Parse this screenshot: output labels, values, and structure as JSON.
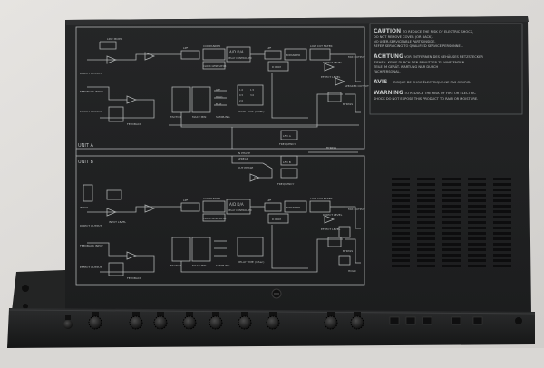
{
  "panel": {
    "caution_title": "CAUTION",
    "caution_text": [
      "TO REDUCE THE RISK OF ELECTRIC SHOCK,",
      "DO NOT REMOVE COVER (OR BACK).",
      "NO USER-SERVICEABLE PARTS INSIDE.",
      "REFER SERVICING TO QUALIFIED SERVICE PERSONNEL."
    ],
    "achtung_title": "ACHTUNG",
    "achtung_text": [
      "VOR ENTFERNEN DES GEHÄUSES NETZSTECKER",
      "ZIEHEN. KEINE DURCH DEN BENUTZER ZU WARTENDEN",
      "TEILE IM GERÄT. WARTUNG NUR DURCH",
      "FACHPERSONAL."
    ],
    "avis_title": "AVIS",
    "avis_text": [
      "RISQUE DE CHOC ÉLECTRIQUE-NE PAS OUVRIR."
    ],
    "warning_title": "WARNING",
    "warning_text": [
      "TO REDUCE THE RISK OF FIRE OR ELECTRIC",
      "SHOCK DO NOT EXPOSE THIS PRODUCT TO RAIN OR MOISTURE."
    ]
  },
  "unit_a": {
    "label": "UNIT A",
    "blocks": [
      "LPF",
      "COMPANDER",
      "A/D D/A",
      "DELAY CONTROLLER",
      "LPF",
      "EXPANDER",
      "LOW CUT FILTER",
      "D RAM",
      "CLOCK GENERATOR"
    ],
    "labels": [
      "DIRECT OUTPUT",
      "FEEDBACK INPUT",
      "EFFECT OUTPUT",
      "FEEDBACK",
      "FACTOR",
      "MAX / MIN",
      "SAMPLING",
      "DELAY TIME (mSec)",
      "DIRECT LEVEL",
      "EFFECT LEVEL",
      "MIX OUTPUT",
      "SPEAKER OUTPUT",
      "BYPASS",
      "LFO A",
      "FREQUENCY",
      "LINE MIXER"
    ]
  },
  "center": {
    "labels": [
      "IN PHASE",
      "OUT PHASE",
      "SPREAD",
      "LFO B",
      "FREQUENCY",
      "BYPASS"
    ]
  },
  "unit_b": {
    "label": "UNIT B",
    "blocks": [
      "LPF",
      "COMPANDER",
      "A/D D/A",
      "DELAY CONTROLLER",
      "LPF",
      "EXPANDER",
      "LOW CUT FILTER",
      "D RAM",
      "CLOCK GENERATOR"
    ],
    "labels": [
      "INPUT",
      "DIRECT OUTPUT",
      "INPUT LEVEL",
      "FEEDBACK INPUT",
      "EFFECT OUTPUT",
      "FEEDBACK",
      "FACTOR",
      "MAX / MIN",
      "SAMPLING",
      "DELAY TIME (mSec)",
      "DIRECT LEVEL",
      "EFFECT LEVEL",
      "MIX OUTPUT",
      "BYPASS",
      "HOLD"
    ]
  },
  "delay_times": [
    "OFF",
    "HOLD",
    "FLAT",
    "1.0",
    "0.5",
    "2.0",
    "1.5",
    "3.0"
  ],
  "knob_count": 10,
  "colors": {
    "panel": "#1f2021",
    "print": "#bdc0c0",
    "background": "#d8d6d3",
    "rack_ear": "#232424"
  }
}
